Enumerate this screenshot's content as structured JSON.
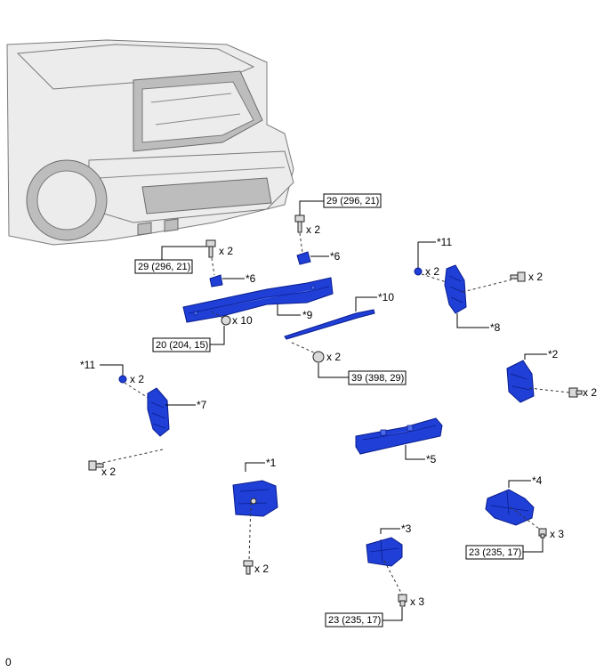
{
  "labels": {
    "p1": "*1",
    "p2": "*2",
    "p3": "*3",
    "p4": "*4",
    "p5": "*5",
    "p6a": "*6",
    "p6b": "*6",
    "p7": "*7",
    "p8": "*8",
    "p9": "*9",
    "p10": "*10",
    "p11a": "*11",
    "p11b": "*11"
  },
  "quantities": {
    "q_top_bolt": "x 2",
    "q_left_bolt": "x 2",
    "q_nut_rail": "x 10",
    "q_clip_right": "x 2",
    "q_bolt_right": "x 2",
    "q_nut_center": "x 2",
    "q_clip_left": "x 2",
    "q_bolt_p7": "x 2",
    "q_bolt_p2": "x 2",
    "q_bolt_p1": "x 2",
    "q_bolt_p4": "x 3",
    "q_bolt_p3": "x 3"
  },
  "torques": {
    "t_top": "29 (296, 21)",
    "t_left": "29 (296, 21)",
    "t_rail": "20 (204, 15)",
    "t_center": "39 (398, 29)",
    "t_p4": "23 (235, 17)",
    "t_p3": "23 (235, 17)"
  },
  "footer_code": "0",
  "colors": {
    "part_blue": "#1f3fd6",
    "part_edge": "#0a1d8c"
  }
}
